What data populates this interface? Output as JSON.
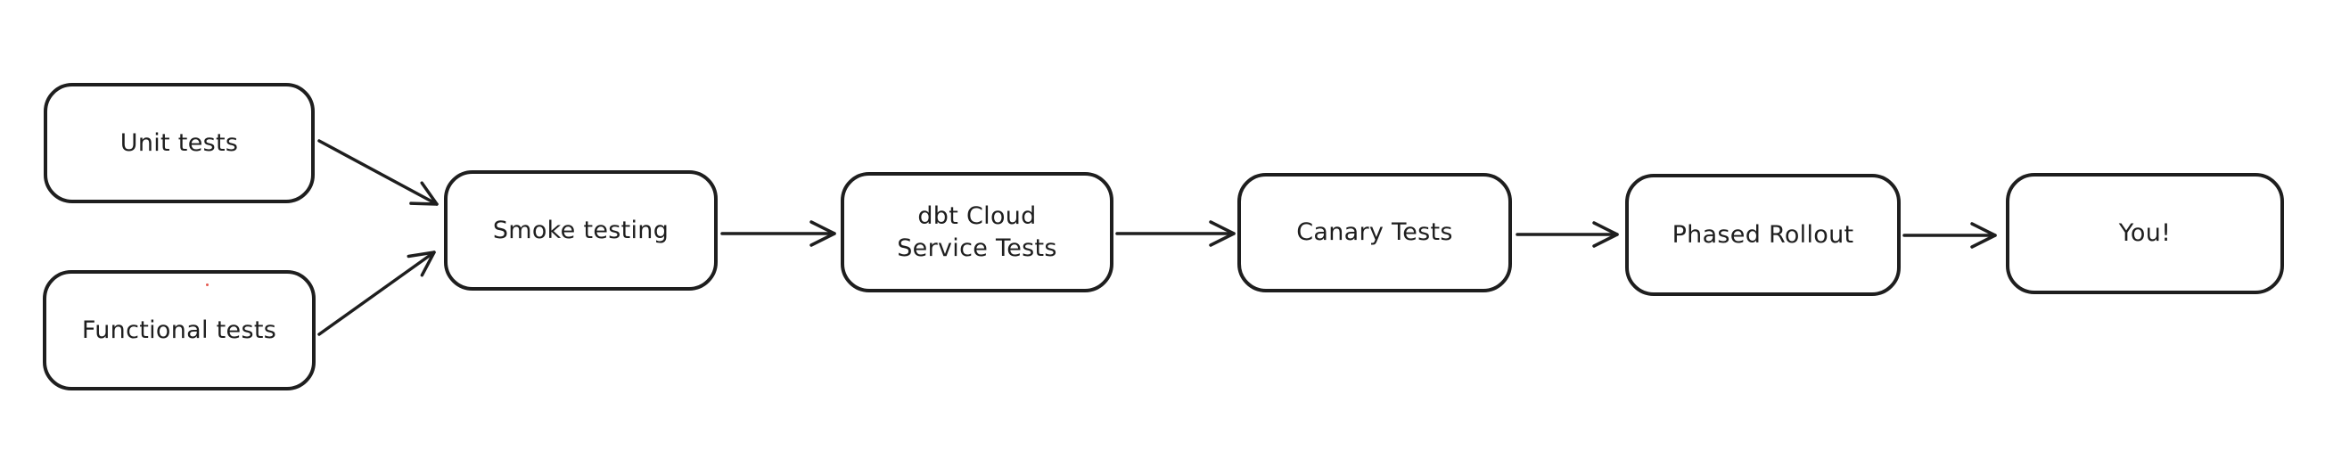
{
  "diagram": {
    "type": "flowchart",
    "background_color": "#ffffff",
    "stroke_color": "#1e1e1e",
    "nodes": [
      {
        "id": "unit-tests",
        "label": "Unit tests"
      },
      {
        "id": "functional-tests",
        "label": "Functional tests"
      },
      {
        "id": "smoke-testing",
        "label": "Smoke testing"
      },
      {
        "id": "dbt-cloud-service-tests",
        "label": "dbt Cloud\nService Tests"
      },
      {
        "id": "canary-tests",
        "label": "Canary Tests"
      },
      {
        "id": "phased-rollout",
        "label": "Phased Rollout"
      },
      {
        "id": "you",
        "label": "You!"
      }
    ],
    "edges": [
      {
        "from": "unit-tests",
        "to": "smoke-testing"
      },
      {
        "from": "functional-tests",
        "to": "smoke-testing"
      },
      {
        "from": "smoke-testing",
        "to": "dbt-cloud-service-tests"
      },
      {
        "from": "dbt-cloud-service-tests",
        "to": "canary-tests"
      },
      {
        "from": "canary-tests",
        "to": "phased-rollout"
      },
      {
        "from": "phased-rollout",
        "to": "you"
      }
    ]
  }
}
